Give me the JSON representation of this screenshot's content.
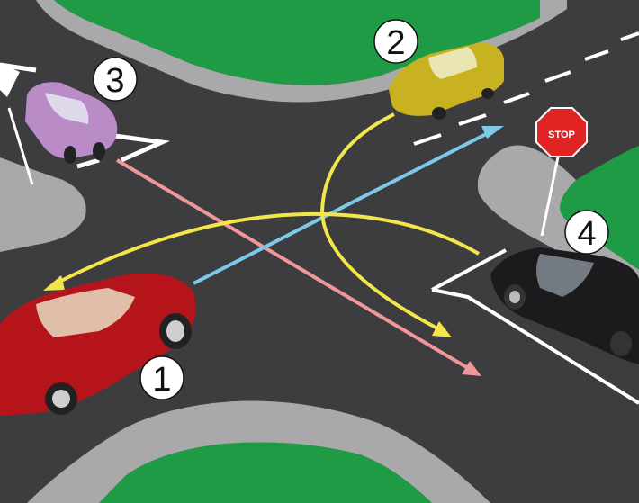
{
  "scene": {
    "colors": {
      "road": "#3d3d3f",
      "grass": "#1f9a45",
      "sidewalk": "#a9a9ab",
      "marking": "#ffffff",
      "path_yellow": "#f2e64a",
      "path_blue": "#7ec8e8",
      "path_pink": "#f0979a"
    },
    "stop_sign": {
      "text": "STOP"
    },
    "cars": [
      {
        "number": "1",
        "color": "#b5141b",
        "heading": "right"
      },
      {
        "number": "2",
        "color": "#c8b21f",
        "heading": "left"
      },
      {
        "number": "3",
        "color": "#b98cc8",
        "heading": "down"
      },
      {
        "number": "4",
        "color": "#1b1b1e",
        "heading": "left"
      }
    ]
  }
}
